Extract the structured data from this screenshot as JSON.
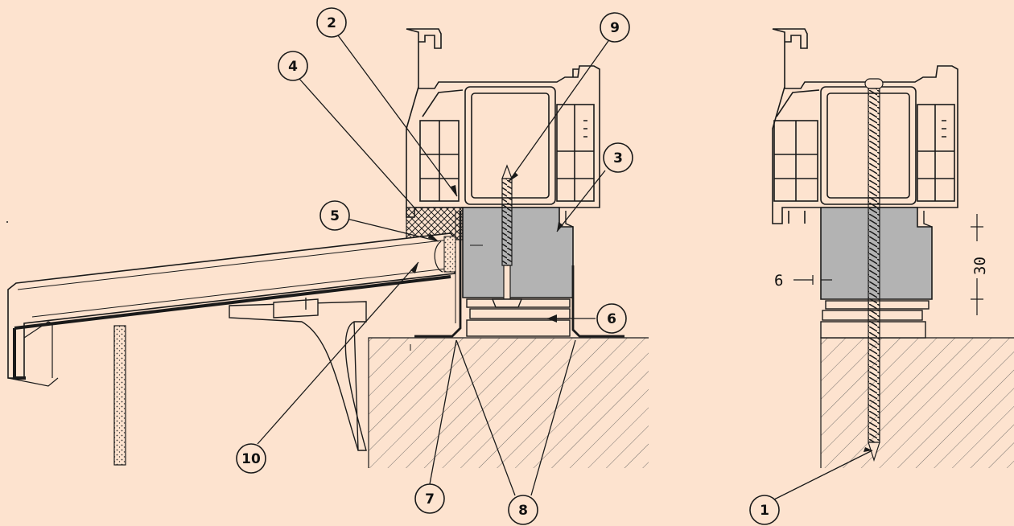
{
  "colors": {
    "background": "#fde3cf",
    "insulation_block": "#b3b3b3",
    "outline": "#1a1a1a",
    "ground_hatch": "#555555",
    "frame_fill": "#fde3cf"
  },
  "callouts": [
    {
      "id": "1",
      "label": "1"
    },
    {
      "id": "2",
      "label": "2"
    },
    {
      "id": "3",
      "label": "3"
    },
    {
      "id": "4",
      "label": "4"
    },
    {
      "id": "5",
      "label": "5"
    },
    {
      "id": "6",
      "label": "6"
    },
    {
      "id": "7",
      "label": "7"
    },
    {
      "id": "8",
      "label": "8"
    },
    {
      "id": "9",
      "label": "9"
    },
    {
      "id": "10",
      "label": "10"
    }
  ],
  "dimensions": {
    "gap": "6",
    "height": "30"
  }
}
